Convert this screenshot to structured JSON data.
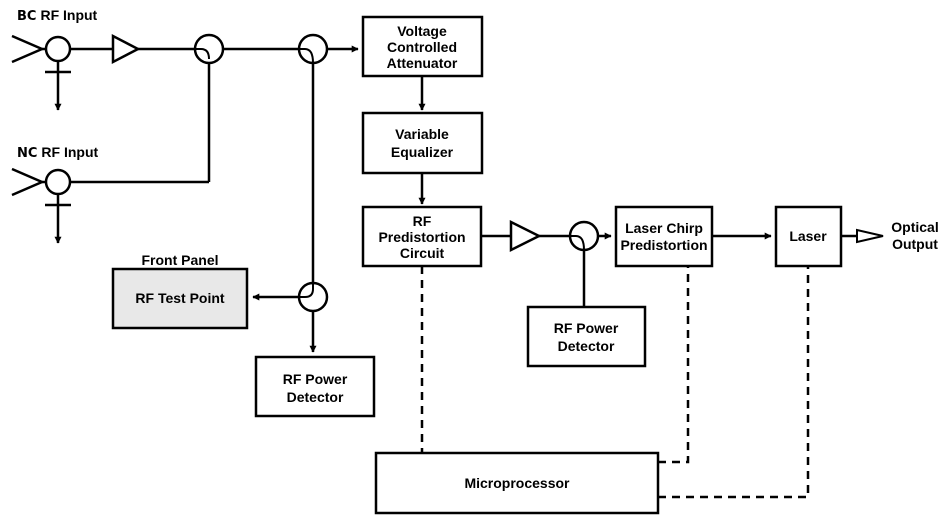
{
  "inputs": {
    "bc": {
      "prefix": "BC",
      "label": "RF Input"
    },
    "nc": {
      "prefix": "NC",
      "label": "RF Input"
    }
  },
  "front_panel": {
    "title": "Front Panel",
    "test_point": "RF Test Point"
  },
  "blocks": {
    "vca": [
      "Voltage",
      "Controlled",
      "Attenuator"
    ],
    "equalizer": [
      "Variable",
      "Equalizer"
    ],
    "predistortion": [
      "RF",
      "Predistortion",
      "Circuit"
    ],
    "chirp": [
      "Laser Chirp",
      "Predistortion"
    ],
    "laser": "Laser",
    "power_detector_left": [
      "RF Power",
      "Detector"
    ],
    "power_detector_right": [
      "RF Power",
      "Detector"
    ],
    "microprocessor": "Microprocessor"
  },
  "output": [
    "Optical",
    "Output"
  ],
  "colors": {
    "line": "#000000",
    "panel_fill": "#e8e8e8",
    "background": "#ffffff"
  }
}
